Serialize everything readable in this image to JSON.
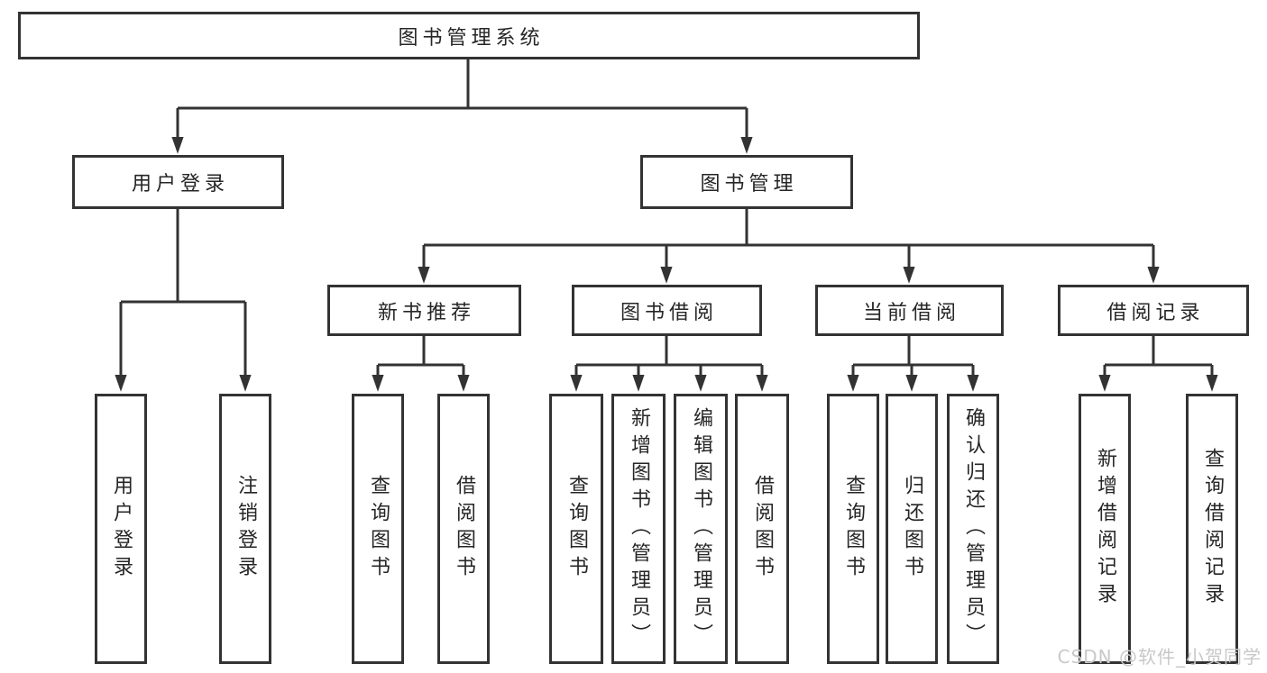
{
  "diagram": {
    "root": {
      "label": "图书管理系统"
    },
    "branches": [
      {
        "label": "用户登录",
        "children": [
          {
            "label": "用户登录"
          },
          {
            "label": "注销登录"
          }
        ]
      },
      {
        "label": "图书管理",
        "children": [
          {
            "label": "新书推荐",
            "children": [
              {
                "label": "查询图书"
              },
              {
                "label": "借阅图书"
              }
            ]
          },
          {
            "label": "图书借阅",
            "children": [
              {
                "label": "查询图书"
              },
              {
                "label": "新增图书（管理员）"
              },
              {
                "label": "编辑图书（管理员）"
              },
              {
                "label": "借阅图书"
              }
            ]
          },
          {
            "label": "当前借阅",
            "children": [
              {
                "label": "查询图书"
              },
              {
                "label": "归还图书"
              },
              {
                "label": "确认归还（管理员）"
              }
            ]
          },
          {
            "label": "借阅记录",
            "children": [
              {
                "label": "新增借阅记录"
              },
              {
                "label": "查询借阅记录"
              }
            ]
          }
        ]
      }
    ]
  },
  "watermark": "CSDN @软件_小贺同学",
  "colors": {
    "line": "#333333",
    "text": "#262626",
    "watermark": "#c8c8c8",
    "background": "#ffffff"
  }
}
